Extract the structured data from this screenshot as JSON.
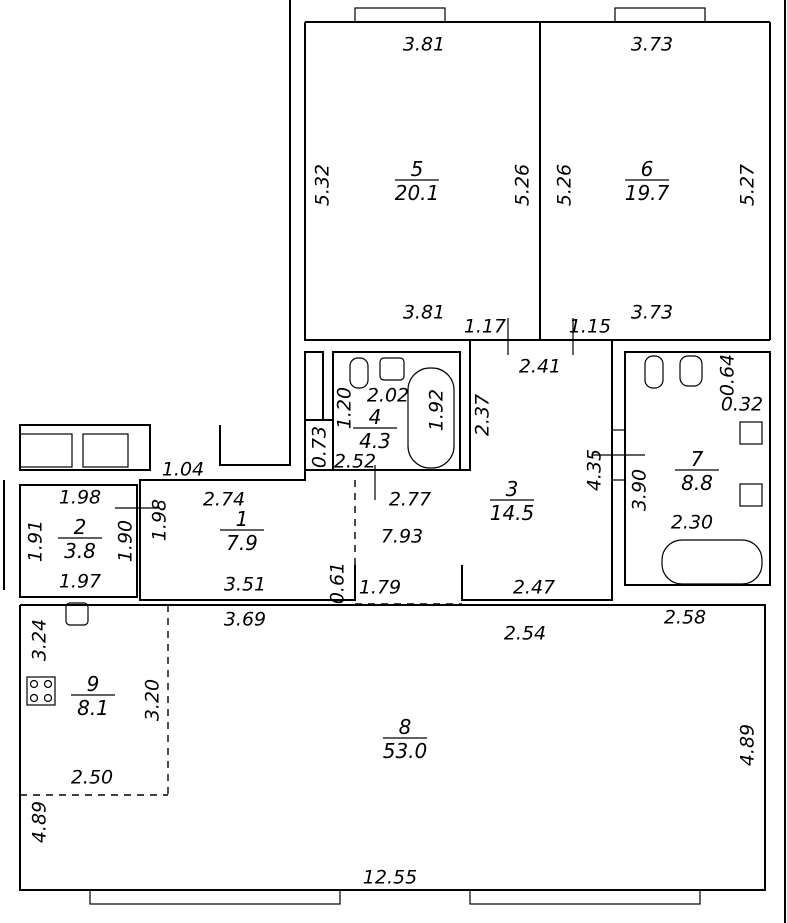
{
  "plan": {
    "rooms": [
      {
        "number": "1",
        "area": "7.9"
      },
      {
        "number": "2",
        "area": "3.8"
      },
      {
        "number": "3",
        "area": "14.5"
      },
      {
        "number": "4",
        "area": "4.3"
      },
      {
        "number": "5",
        "area": "20.1"
      },
      {
        "number": "6",
        "area": "19.7"
      },
      {
        "number": "7",
        "area": "8.8"
      },
      {
        "number": "8",
        "area": "53.0"
      },
      {
        "number": "9",
        "area": "8.1"
      }
    ],
    "dimensions": [
      "3.81",
      "3.73",
      "5.32",
      "5.26",
      "5.26",
      "5.27",
      "3.81",
      "3.73",
      "1.17",
      "1.15",
      "2.41",
      "2.02",
      "1.20",
      "1.92",
      "2.37",
      "0.73",
      "2.52",
      "4.35",
      "2.77",
      "0.64",
      "0.32",
      "3.90",
      "2.30",
      "1.04",
      "2.74",
      "1.98",
      "1.91",
      "1.90",
      "1.98",
      "7.93",
      "1.97",
      "3.51",
      "0.61",
      "1.79",
      "2.47",
      "3.69",
      "2.54",
      "2.58",
      "3.24",
      "3.20",
      "2.50",
      "4.89",
      "4.89",
      "12.55"
    ],
    "fixtures": [
      "toilet-icon",
      "sink-icon",
      "bathtub-icon",
      "toilet-icon",
      "sink-icon",
      "bathtub-icon",
      "washbasin-icon",
      "stove-icon",
      "sink-icon"
    ]
  }
}
